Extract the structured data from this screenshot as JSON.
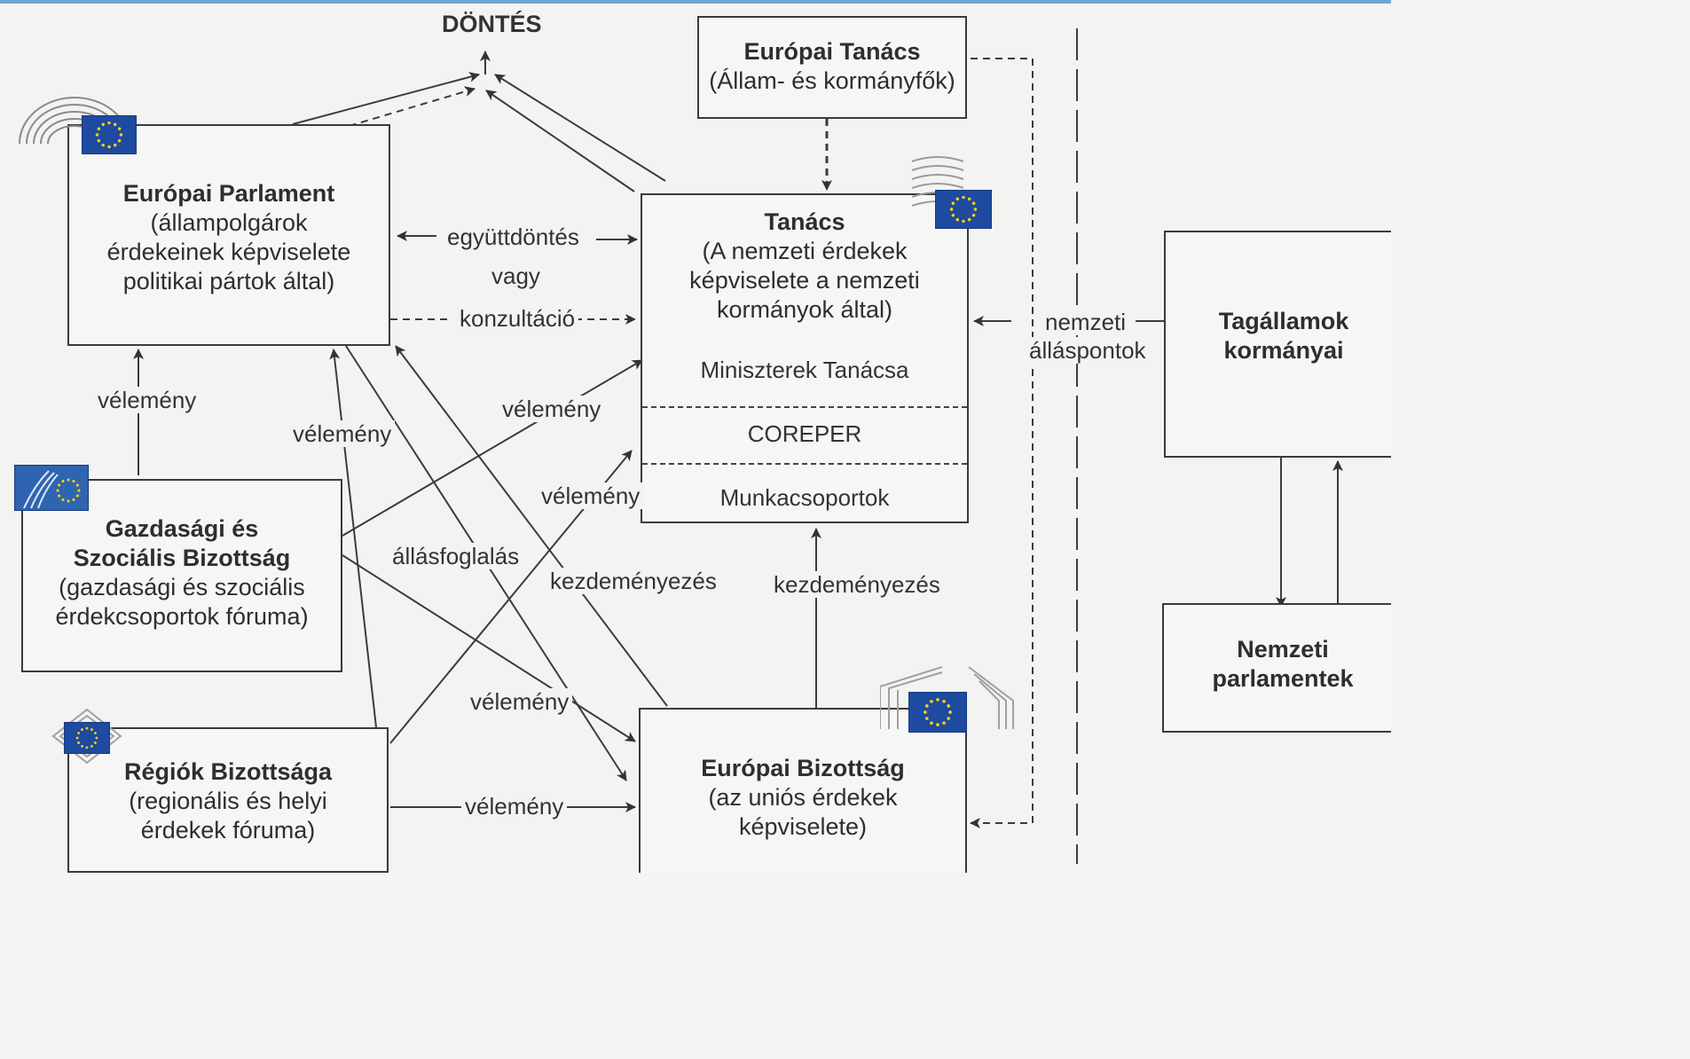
{
  "decision_label": "DÖNTÉS",
  "boxes": {
    "european_council": {
      "title": "Európai Tanács",
      "sub": "(Állam- és kormányfők)"
    },
    "parliament": {
      "title": "Európai Parlament",
      "sub1": "(állampolgárok",
      "sub2": "érdekeinek képviselete",
      "sub3": "politikai pártok által)"
    },
    "council": {
      "title": "Tanács",
      "sub1": "(A nemzeti érdekek",
      "sub2": "képviselete a nemzeti",
      "sub3": "kormányok által)",
      "section1": "Miniszterek Tanácsa",
      "section2": "COREPER",
      "section3": "Munkacsoportok"
    },
    "esc": {
      "title1": "Gazdasági és",
      "title2": "Szociális Bizottság",
      "sub1": "(gazdasági és szociális",
      "sub2": "érdekcsoportok fóruma)"
    },
    "regions": {
      "title": "Régiók Bizottsága",
      "sub1": "(regionális és helyi",
      "sub2": "érdekek fóruma)"
    },
    "commission": {
      "title": "Európai Bizottság",
      "sub1": "(az uniós érdekek",
      "sub2": "képviselete)"
    },
    "member_states": {
      "title1": "Tagállamok",
      "title2": "kormányai"
    },
    "national_parliaments": {
      "title1": "Nemzeti",
      "title2": "parlamentek"
    }
  },
  "labels": {
    "codecision": "együttdöntés",
    "or": "vagy",
    "consultation": "konzultáció",
    "opinion": "vélemény",
    "position": "állásfoglalás",
    "initiative": "kezdeményezés",
    "national_positions_1": "nemzeti",
    "national_positions_2": "álláspontok"
  },
  "icons": [
    "eu-flag-icon",
    "parliament-hemicycle-icon",
    "council-building-icon",
    "esc-logo-icon",
    "regions-logo-icon",
    "commission-building-icon"
  ],
  "colors": {
    "eu_flag_blue": "#1e4aa0",
    "eu_star_yellow": "#f5d21a",
    "top_border": "#6aa7cf",
    "line": "#444444"
  }
}
